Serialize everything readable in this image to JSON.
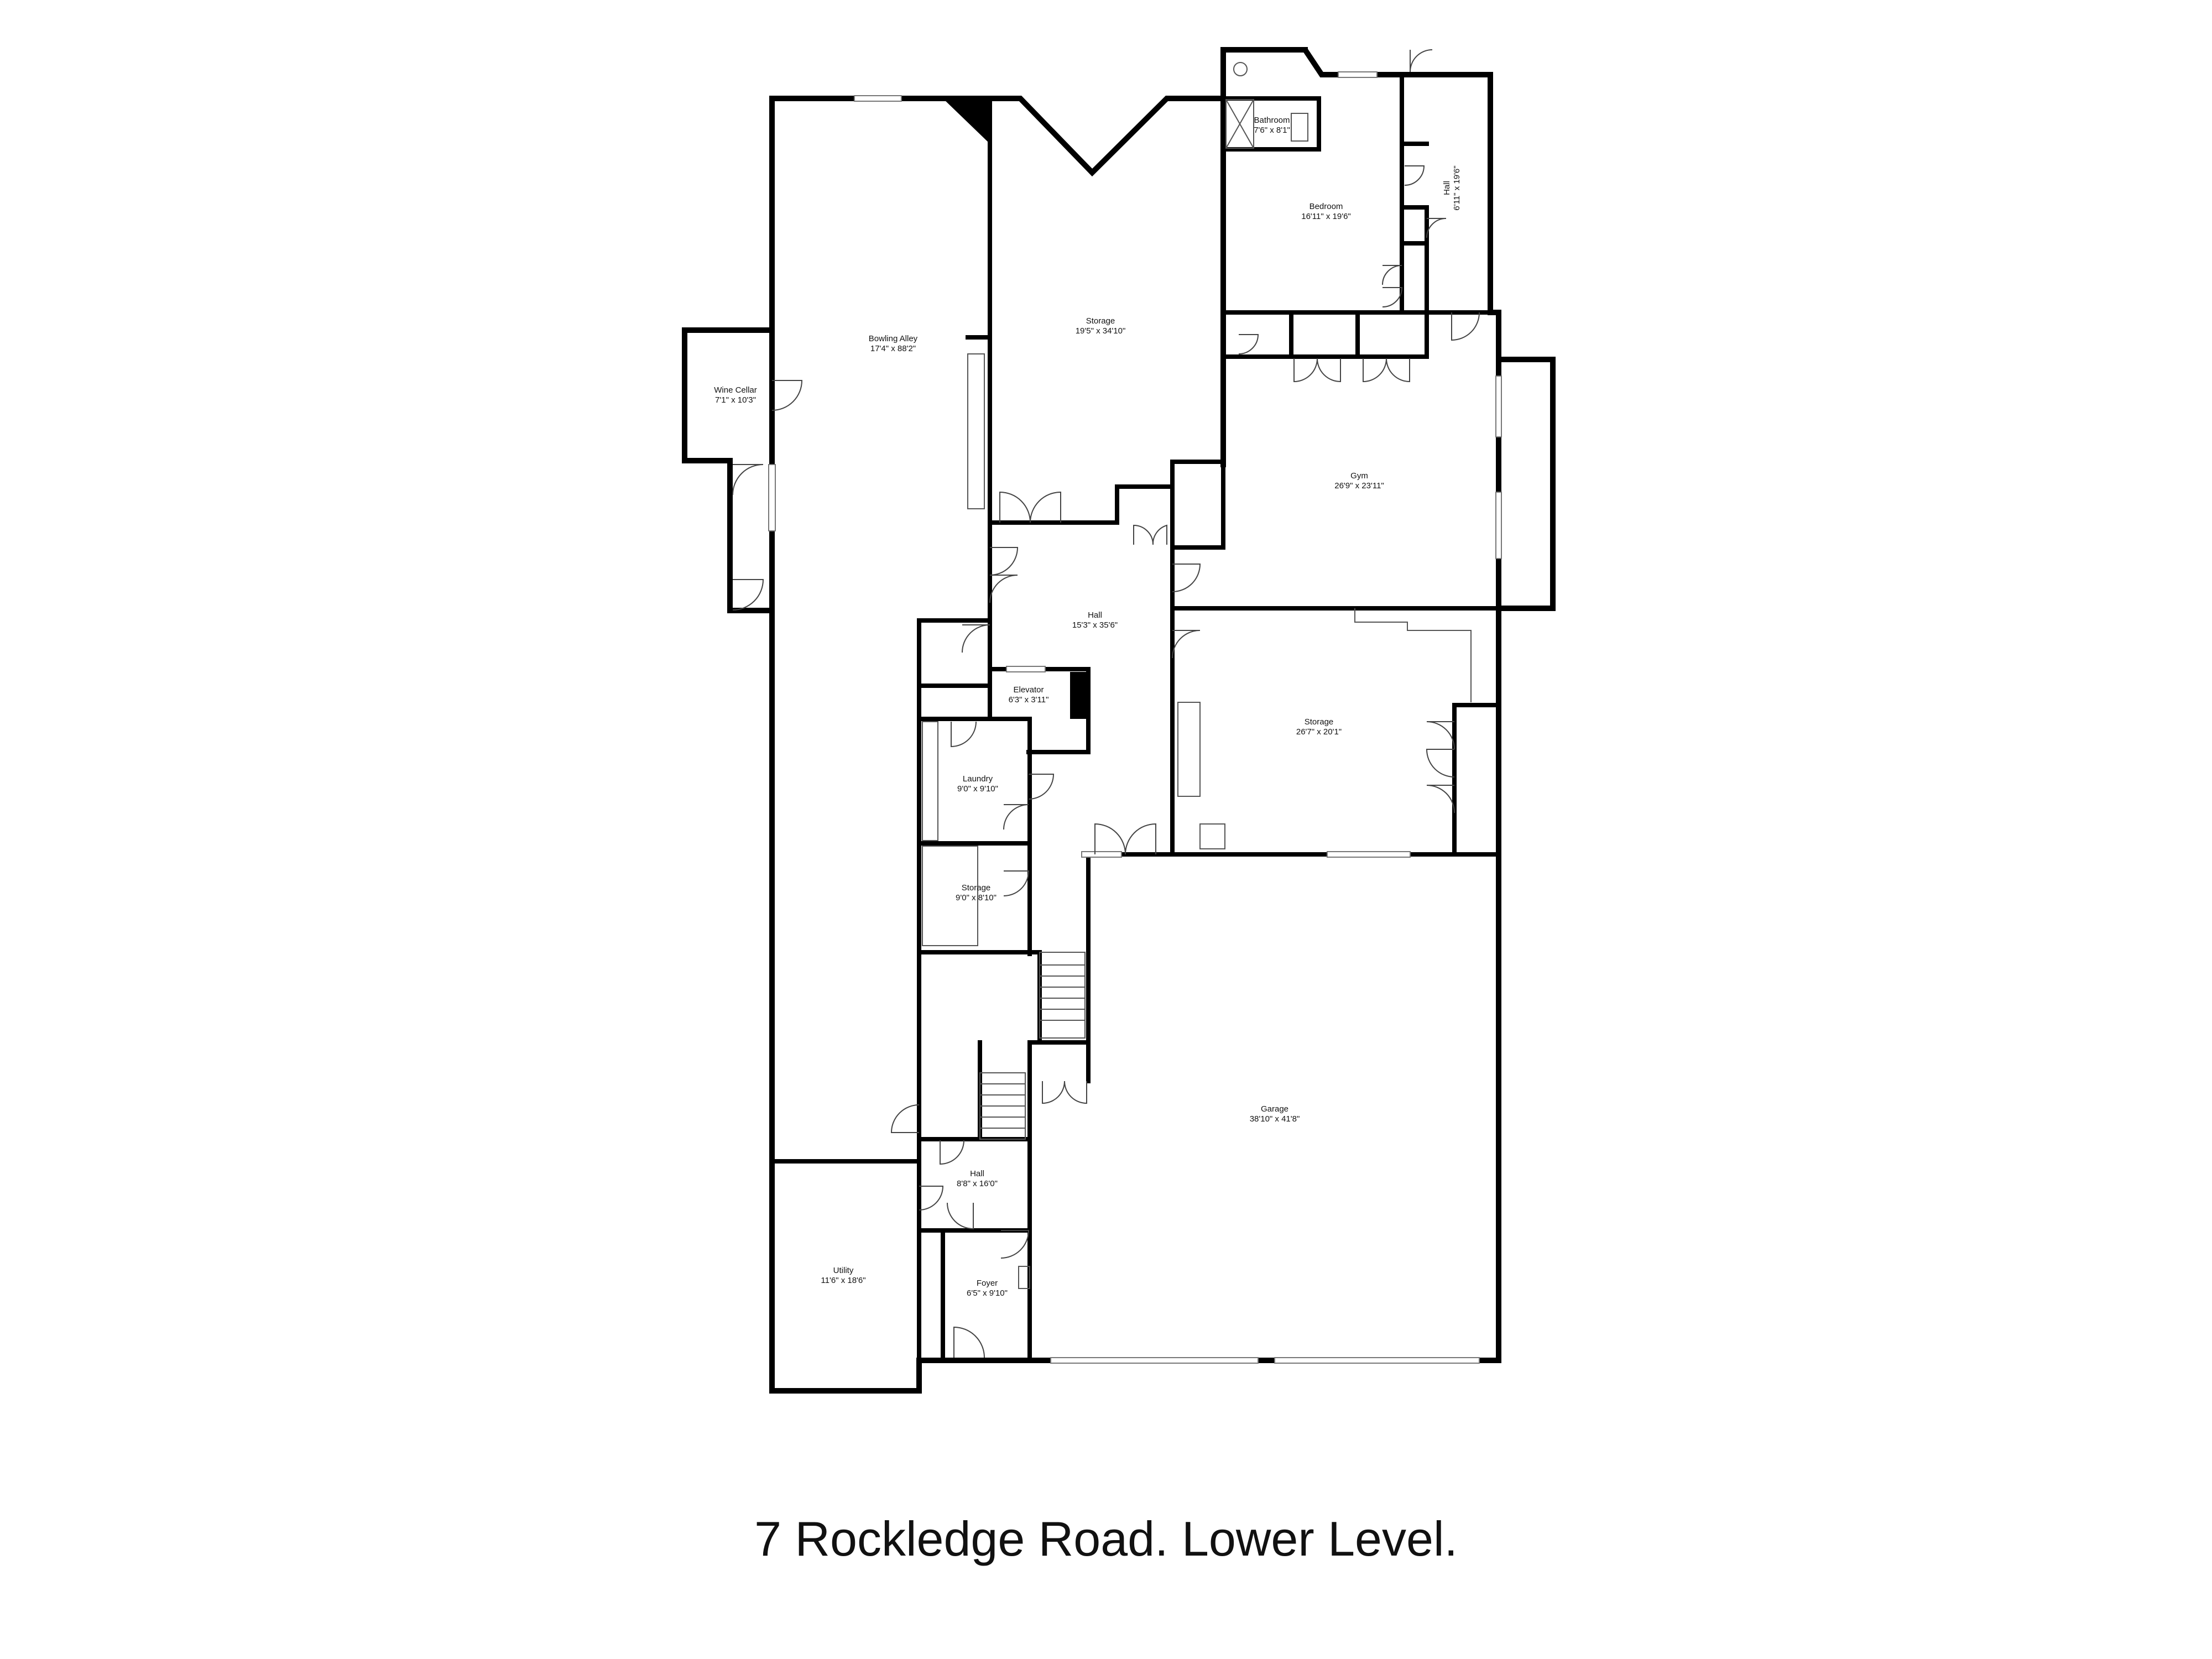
{
  "title": "7 Rockledge Road. Lower Level.",
  "rooms": {
    "bathroom": {
      "name": "Bathroom",
      "dims": "7'6\" x 8'1\""
    },
    "bedroom": {
      "name": "Bedroom",
      "dims": "16'11\" x 19'6\""
    },
    "hall_upper": {
      "name": "Hall",
      "dims": "6'11\" x 19'6\""
    },
    "bowling_alley": {
      "name": "Bowling Alley",
      "dims": "17'4\" x 88'2\""
    },
    "storage_upper": {
      "name": "Storage",
      "dims": "19'5\" x 34'10\""
    },
    "wine_cellar": {
      "name": "Wine Cellar",
      "dims": "7'1\" x 10'3\""
    },
    "gym": {
      "name": "Gym",
      "dims": "26'9\" x 23'11\""
    },
    "hall_center": {
      "name": "Hall",
      "dims": "15'3\" x 35'6\""
    },
    "elevator": {
      "name": "Elevator",
      "dims": "6'3\" x 3'11\""
    },
    "storage_right": {
      "name": "Storage",
      "dims": "26'7\" x 20'1\""
    },
    "laundry": {
      "name": "Laundry",
      "dims": "9'0\" x 9'10\""
    },
    "storage_small": {
      "name": "Storage",
      "dims": "9'0\" x 8'10\""
    },
    "garage": {
      "name": "Garage",
      "dims": "38'10\" x 41'8\""
    },
    "hall_lower": {
      "name": "Hall",
      "dims": "8'8\" x 16'0\""
    },
    "utility": {
      "name": "Utility",
      "dims": "11'6\" x 18'6\""
    },
    "foyer": {
      "name": "Foyer",
      "dims": "6'5\" x 9'10\""
    }
  }
}
